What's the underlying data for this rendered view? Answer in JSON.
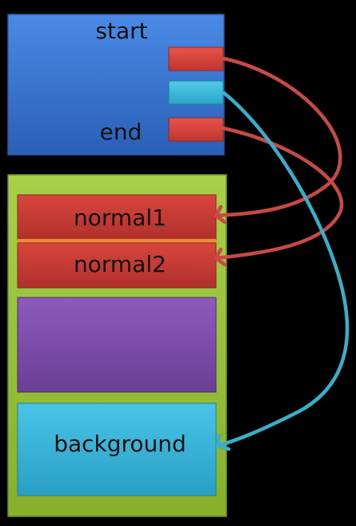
{
  "top_block": {
    "start_label": "start",
    "end_label": "end"
  },
  "memory_blocks": {
    "normal1_label": "normal1",
    "normal2_label": "normal2",
    "background_label": "background"
  },
  "colors": {
    "top_block": "#3a78d8",
    "outer_panel": "#9cc43a",
    "normal_block": "#c83a32",
    "separator": "#f08a3a",
    "purple_block": "#7e4fa8",
    "background_block": "#3ab4d8",
    "pointer_red": "#d84a3a",
    "pointer_cyan": "#3ab4d8",
    "arrow_red": "#c84a44",
    "arrow_cyan": "#3aaec8"
  },
  "connections": [
    {
      "from": "start-pointer",
      "to": "normal1-block",
      "color": "red"
    },
    {
      "from": "end-pointer",
      "to": "normal2-block",
      "color": "red"
    },
    {
      "from": "cyan-pointer",
      "to": "background-block",
      "color": "cyan"
    }
  ]
}
